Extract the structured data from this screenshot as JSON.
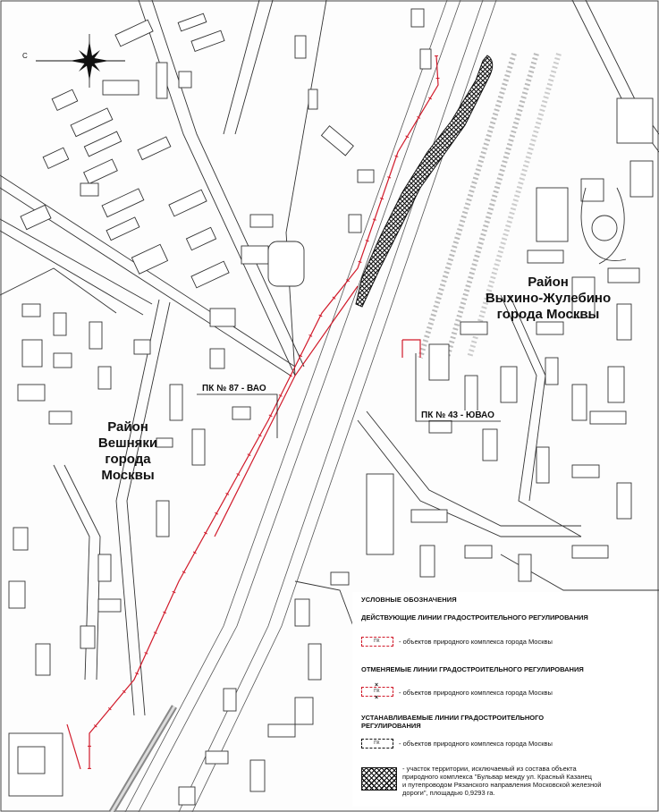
{
  "map": {
    "compass_letter": "С",
    "districts": [
      {
        "lines": [
          "Район",
          "Выхино-Жулебино",
          "города Москвы"
        ]
      },
      {
        "lines": [
          "Район",
          "Вешняки",
          "города",
          "Москвы"
        ]
      }
    ],
    "markers": [
      {
        "label": "ПК № 87 - ВАО"
      },
      {
        "label": "ПК № 43 - ЮВАО"
      }
    ],
    "colors": {
      "red_line": "#d11a2a",
      "building_stroke": "#333333",
      "background": "#fdfdfd"
    }
  },
  "legend": {
    "title": "УСЛОВНЫЕ ОБОЗНАЧЕНИЯ",
    "groups": [
      {
        "heading": "ДЕЙСТВУЮЩИЕ ЛИНИИ ГРАДОСТРОИТЕЛЬНОГО РЕГУЛИРОВАНИЯ",
        "swatch_text": "ПК",
        "item": "- объектов природного комплекса города Москвы"
      },
      {
        "heading": "ОТМЕНЯЕМЫЕ ЛИНИИ ГРАДОСТРОИТЕЛЬНОГО РЕГУЛИРОВАНИЯ",
        "swatch_text": "ПК",
        "item": "- объектов природного комплекса города Москвы"
      },
      {
        "heading": "УСТАНАВЛИВАЕМЫЕ ЛИНИИ ГРАДОСТРОИТЕЛЬНОГО РЕГУЛИРОВАНИЯ",
        "swatch_text": "ПК",
        "item": "- объектов природного комплекса города Москвы"
      }
    ],
    "excluded": {
      "lines": [
        "- участок территории, исключаемый из состава объекта",
        "природного комплекса \"Бульвар между ул. Красный Казанец",
        "и путепроводом Рязанского направления Московской железной",
        "дороги\", площадью 0,9293 га."
      ]
    }
  }
}
